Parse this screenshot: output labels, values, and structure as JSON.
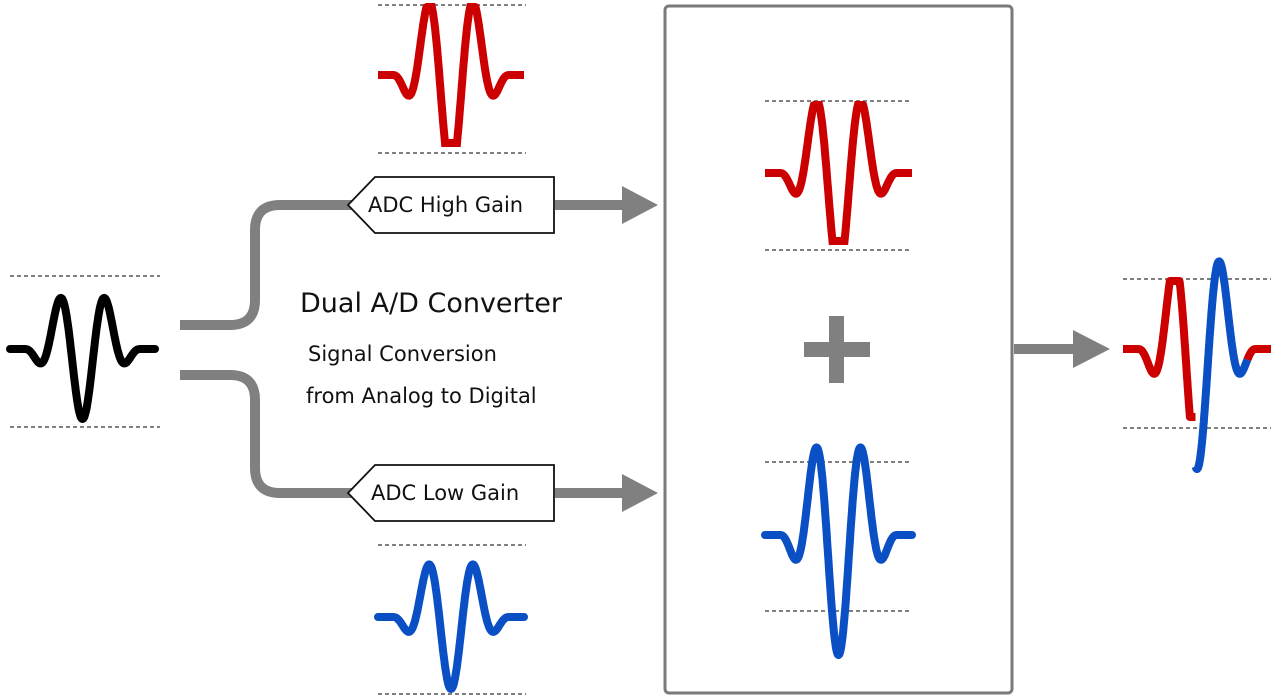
{
  "title": "Dual A/D Converter",
  "subtitle_line1": "Signal Conversion",
  "subtitle_line2": "from Analog to Digital",
  "adc_high": "ADC High Gain",
  "adc_low": "ADC Low Gain",
  "colors": {
    "analog": "#000000",
    "high_gain": "#cc0000",
    "low_gain": "#0a4fc4",
    "arrow": "#808080",
    "box_border": "#7a7a7a"
  }
}
